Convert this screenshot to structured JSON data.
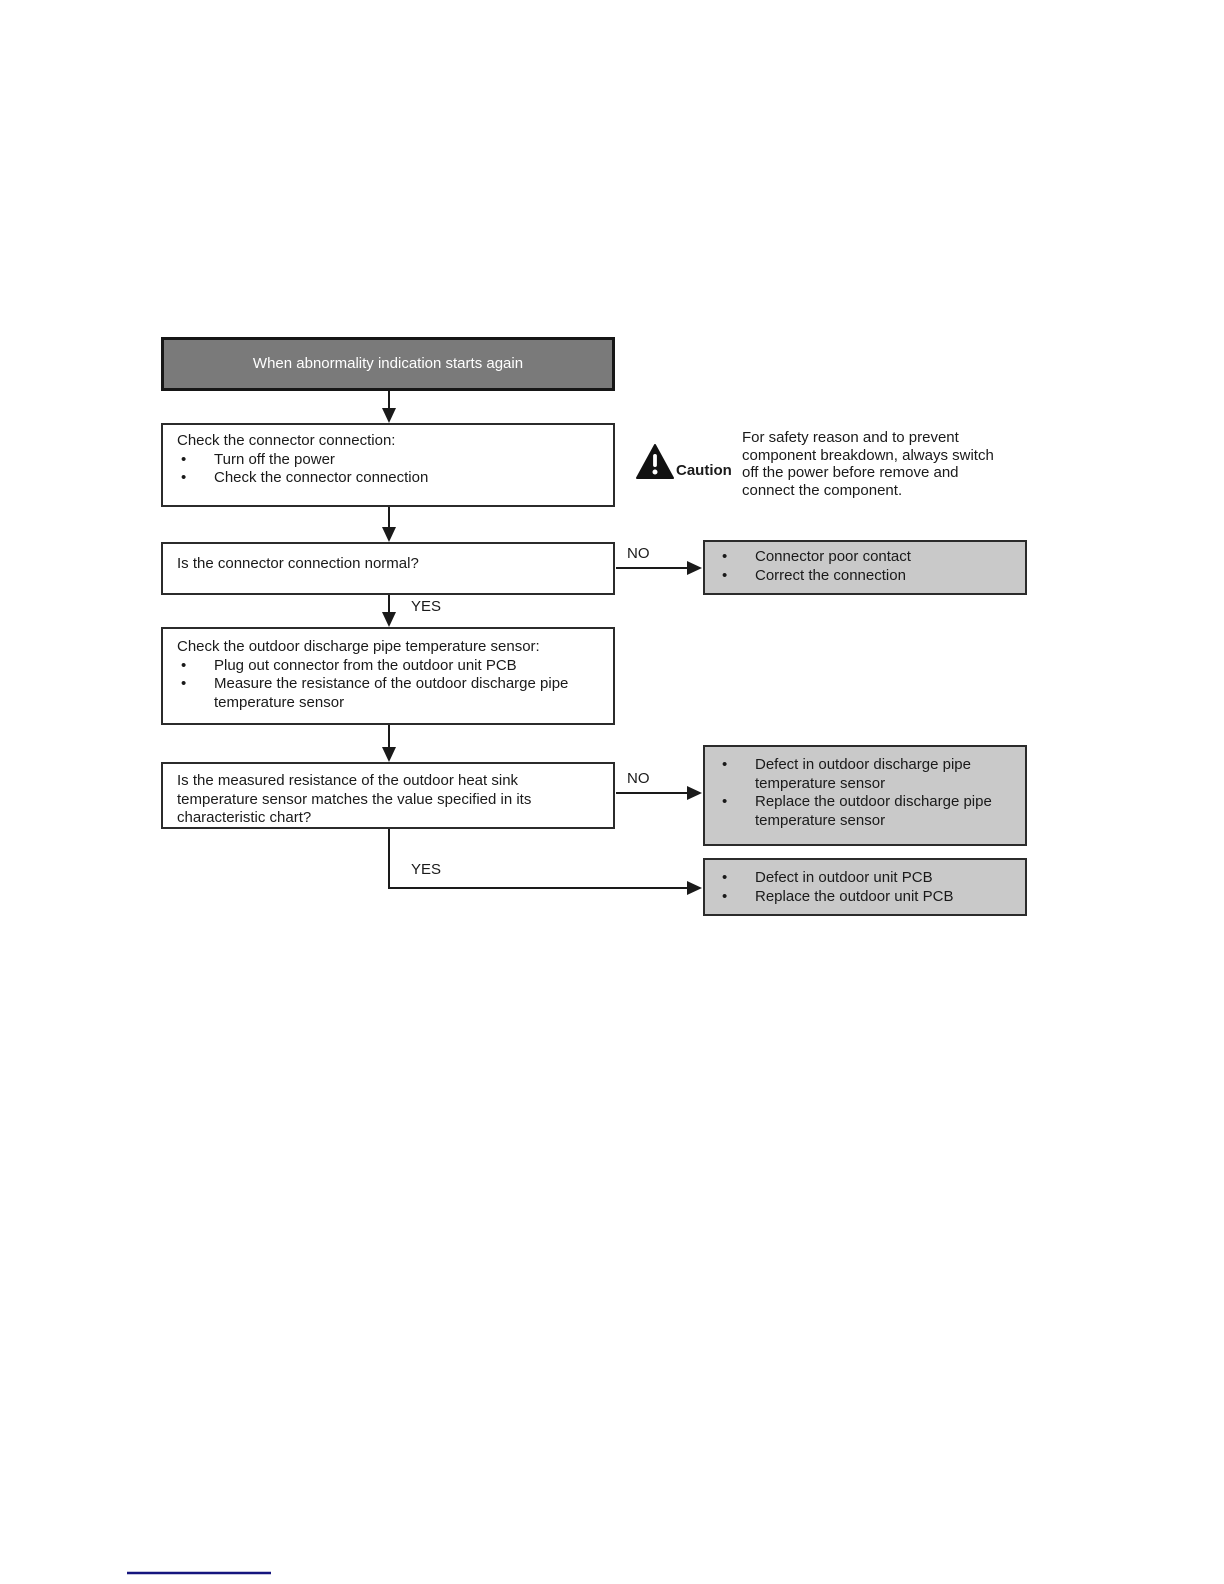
{
  "colors": {
    "start_box_fill": "#7a7a7a",
    "start_box_text": "#ffffff",
    "result_box_fill": "#c9c9c9",
    "box_border": "#2b2b2b",
    "connector": "#1a1a1a",
    "footer_rule": "#15157e"
  },
  "flowchart": {
    "start": {
      "text": "When abnormality indication starts again"
    },
    "step1": {
      "title": "Check the connector connection:",
      "bullets": [
        "Turn off the power",
        "Check the connector connection"
      ]
    },
    "caution": {
      "icon": "caution-triangle-icon",
      "label": "Caution",
      "text": "For safety reason and to prevent component breakdown, always switch off the power before remove and connect the component."
    },
    "decision1": {
      "text": "Is the connector connection normal?",
      "no_label": "NO",
      "yes_label": "YES"
    },
    "result1": {
      "bullets": [
        "Connector poor contact",
        "Correct the connection"
      ]
    },
    "step2": {
      "title": "Check the outdoor discharge pipe temperature sensor:",
      "bullets": [
        "Plug out connector from the outdoor unit PCB",
        "Measure the resistance of the outdoor discharge pipe temperature sensor"
      ]
    },
    "decision2": {
      "text": "Is the measured resistance of the outdoor heat sink temperature sensor matches the value specified in its characteristic chart?",
      "no_label": "NO",
      "yes_label": "YES"
    },
    "result2": {
      "bullets": [
        "Defect in outdoor discharge pipe temperature sensor",
        "Replace the outdoor discharge pipe temperature sensor"
      ]
    },
    "result3": {
      "bullets": [
        "Defect in outdoor unit PCB",
        "Replace the outdoor unit PCB"
      ]
    }
  }
}
